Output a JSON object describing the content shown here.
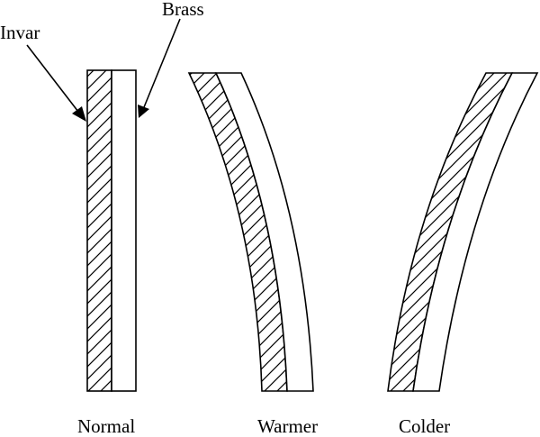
{
  "labels": {
    "invar": "Invar",
    "brass": "Brass",
    "normal": "Normal",
    "warmer": "Warmer",
    "colder": "Colder"
  },
  "colors": {
    "stroke": "#000000",
    "background": "#ffffff"
  }
}
